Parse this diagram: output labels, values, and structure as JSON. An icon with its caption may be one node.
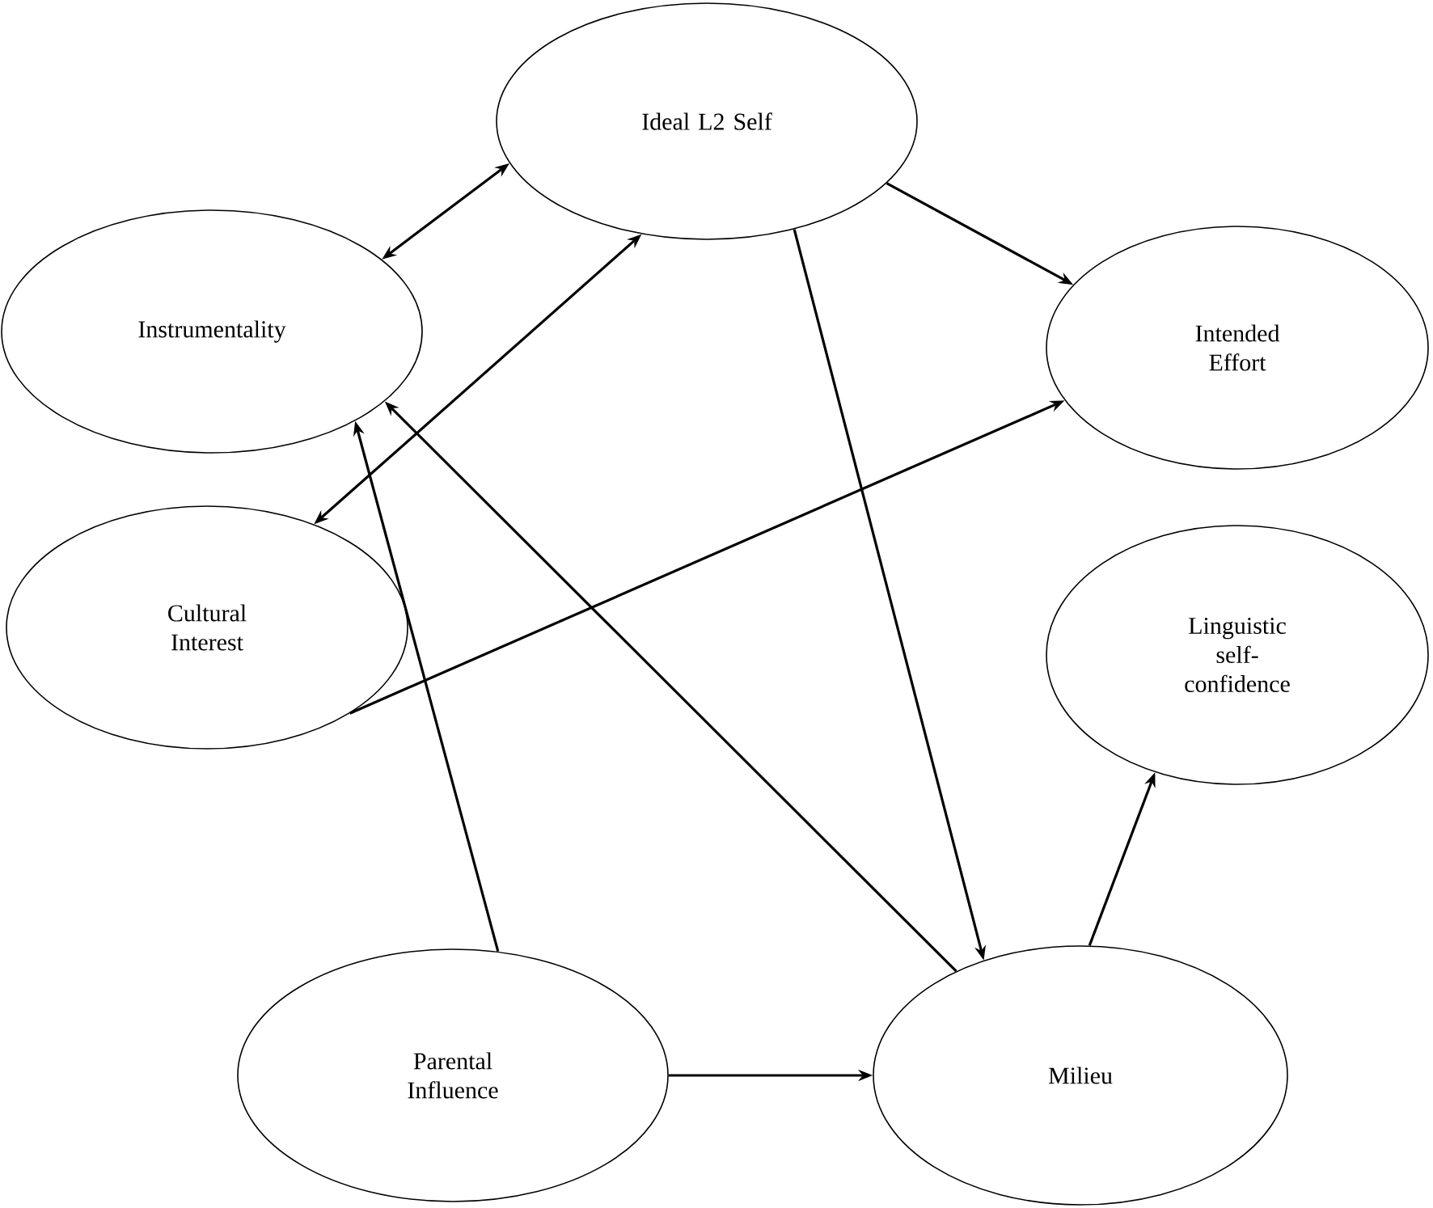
{
  "diagram": {
    "nodes": [
      {
        "text": [
          "Ideal L2 Self"
        ]
      },
      {
        "text": [
          "Instrumentality"
        ]
      },
      {
        "text": [
          "Intended Effort"
        ]
      },
      {
        "text": [
          "Cultural Interest"
        ]
      },
      {
        "text": [
          "Linguistic self-confidence"
        ]
      },
      {
        "text": [
          "Parental Influence"
        ]
      },
      {
        "text": [
          "Milieu"
        ]
      }
    ],
    "edges": [
      {
        "from": 1,
        "to": 0,
        "arrow": "both"
      },
      {
        "from": 0,
        "to": 2,
        "arrow": "to"
      },
      {
        "from": 0,
        "to": 6,
        "arrow": "to"
      },
      {
        "from": 3,
        "to": 0,
        "arrow": "both"
      },
      {
        "from": 3,
        "to": 2,
        "arrow": "to"
      },
      {
        "from": 6,
        "to": 1,
        "arrow": "to"
      },
      {
        "from": 5,
        "to": 1,
        "arrow": "to"
      },
      {
        "from": 5,
        "to": 6,
        "arrow": "to"
      },
      {
        "from": 6,
        "to": 4,
        "arrow": "to"
      }
    ]
  }
}
